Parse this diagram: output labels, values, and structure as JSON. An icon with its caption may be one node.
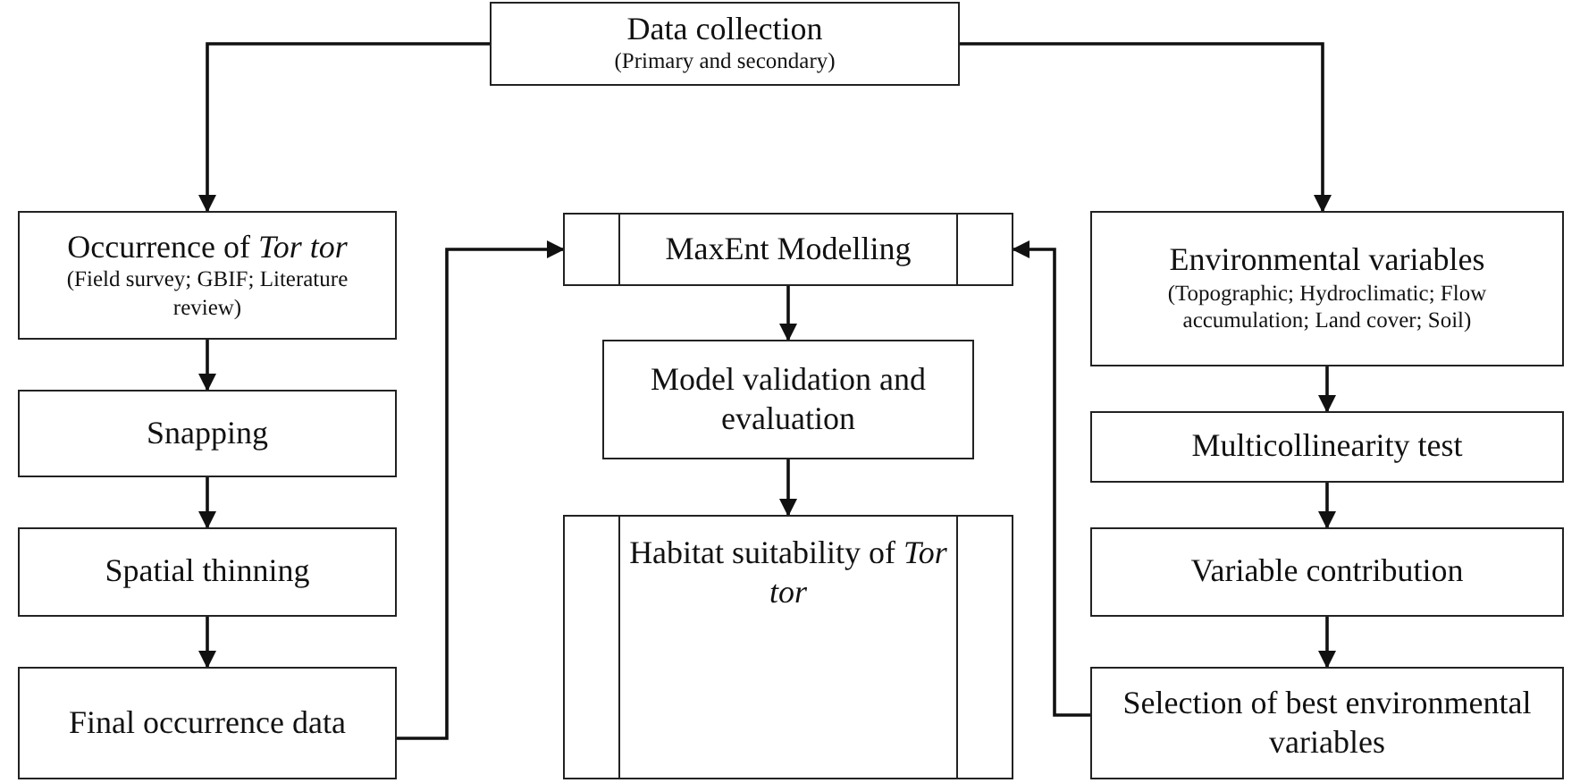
{
  "diagram": {
    "nodes": [
      {
        "text": [
          "Data collection",
          "(Primary and secondary)"
        ]
      },
      {
        "text": [
          "Occurrence of *Tor tor*",
          "(Field survey; GBIF; Literature review)"
        ]
      },
      {
        "text": [
          "Environmental variables",
          "(Topographic; Hydroclimatic; Flow accumulation; Land cover; Soil)"
        ]
      },
      {
        "text": [
          "Snapping"
        ]
      },
      {
        "text": [
          "Spatial thinning"
        ]
      },
      {
        "text": [
          "Final occurrence data"
        ]
      },
      {
        "text": [
          "MaxEnt Modelling"
        ]
      },
      {
        "text": [
          "Model validation and evaluation"
        ]
      },
      {
        "text": [
          "Habitat suitability of *Tor tor*"
        ]
      },
      {
        "text": [
          "Multicollinearity test"
        ]
      },
      {
        "text": [
          "Variable contribution"
        ]
      },
      {
        "text": [
          "Selection of best environmental variables"
        ]
      }
    ],
    "edges": [
      {
        "from": 0,
        "to": 1,
        "arrow": "to"
      },
      {
        "from": 0,
        "to": 2,
        "arrow": "to"
      },
      {
        "from": 1,
        "to": 3,
        "arrow": "to"
      },
      {
        "from": 3,
        "to": 4,
        "arrow": "to"
      },
      {
        "from": 4,
        "to": 5,
        "arrow": "to"
      },
      {
        "from": 5,
        "to": 6,
        "arrow": "to"
      },
      {
        "from": 11,
        "to": 6,
        "arrow": "to"
      },
      {
        "from": 6,
        "to": 7,
        "arrow": "to"
      },
      {
        "from": 7,
        "to": 8,
        "arrow": "to"
      },
      {
        "from": 2,
        "to": 9,
        "arrow": "to"
      },
      {
        "from": 9,
        "to": 10,
        "arrow": "to"
      },
      {
        "from": 10,
        "to": 11,
        "arrow": "to"
      }
    ]
  }
}
